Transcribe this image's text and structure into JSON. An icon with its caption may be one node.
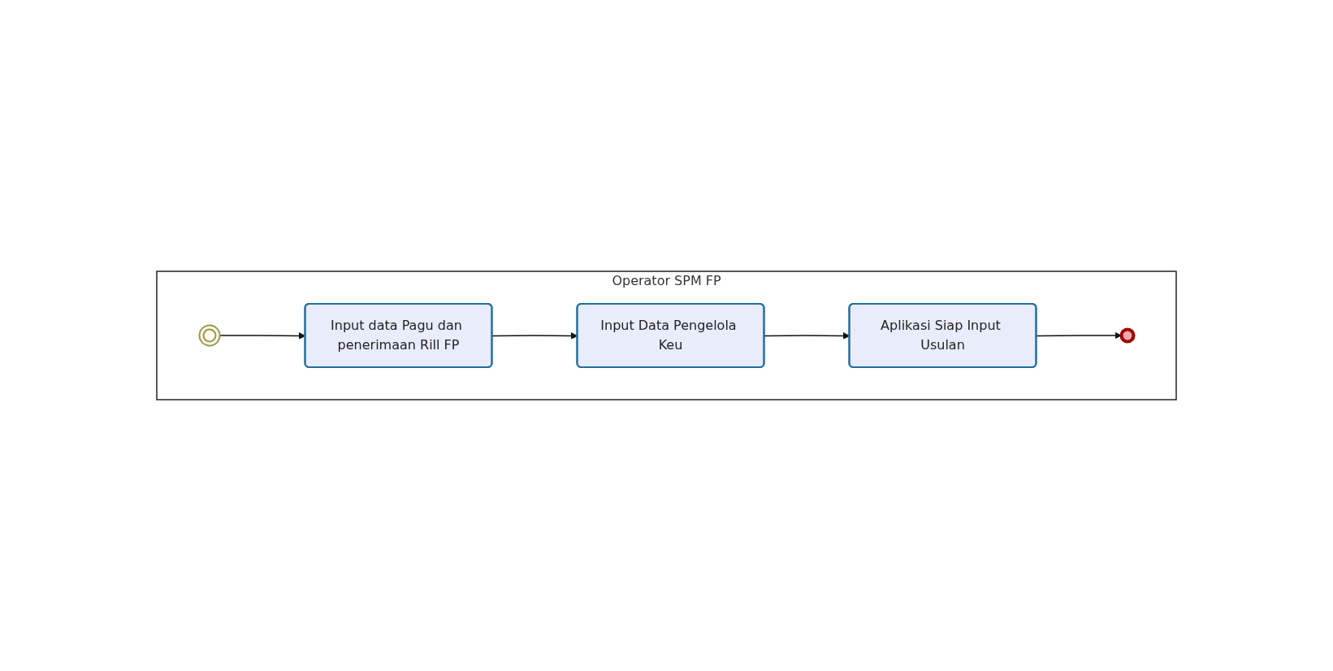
{
  "diagram": {
    "nodes": [
      {
        "text": [
          "Operator SPM FP"
        ]
      },
      {
        "text": [],
        "shape": "circle",
        "in": 0
      },
      {
        "text": [
          "Input data Pagu dan penerimaan Rill FP"
        ],
        "in": 0
      },
      {
        "text": [
          "Input Data Pengelola Keu"
        ],
        "in": 0
      },
      {
        "text": [
          "Aplikasi Siap Input Usulan"
        ],
        "in": 0
      },
      {
        "text": [],
        "shape": "circle",
        "in": 0
      }
    ],
    "edges": [
      {
        "from": 1,
        "to": 2,
        "arrow": "to"
      },
      {
        "from": 2,
        "to": 3,
        "arrow": "to"
      },
      {
        "from": 3,
        "to": 4,
        "arrow": "to"
      },
      {
        "from": 4,
        "to": 5,
        "arrow": "to"
      }
    ]
  }
}
